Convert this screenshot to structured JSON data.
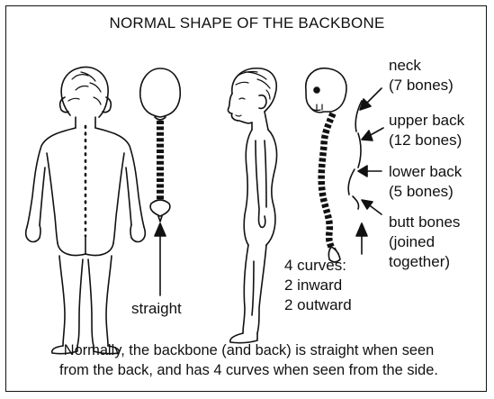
{
  "title": "NORMAL SHAPE OF THE BACKBONE",
  "labels": {
    "neck": "neck",
    "neck_count": "(7 bones)",
    "upper_back": "upper back",
    "upper_back_count": "(12 bones)",
    "lower_back": "lower back",
    "lower_back_count": "(5 bones)",
    "butt_bones": "butt bones",
    "butt_bones_note_1": "(joined",
    "butt_bones_note_2": "together)",
    "straight": "straight",
    "curves_1": "4 curves:",
    "curves_2": "2 inward",
    "curves_3": "2 outward"
  },
  "caption": {
    "line1": "Normally, the backbone (and back) is straight when seen",
    "line2": "from the back, and has 4 curves when seen from the side."
  }
}
